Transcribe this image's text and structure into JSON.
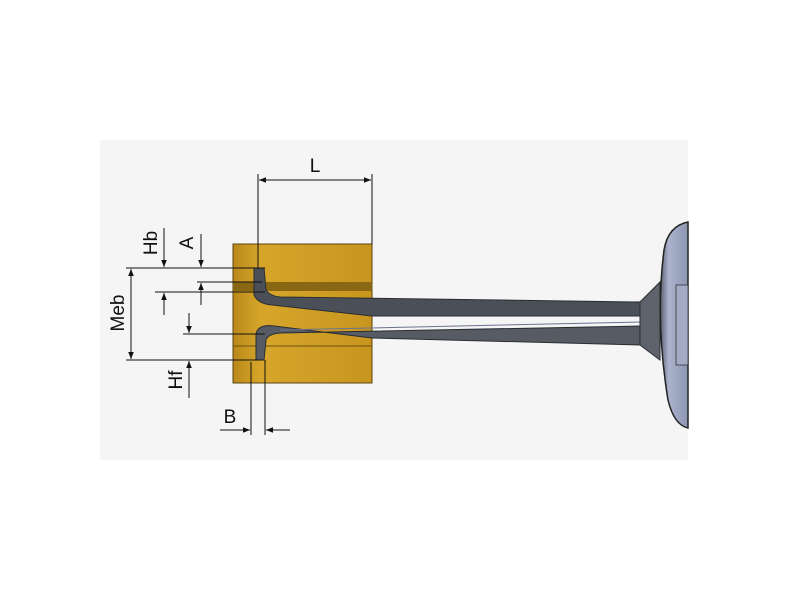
{
  "diagram": {
    "labels": {
      "L": "L",
      "Hb": "Hb",
      "A": "A",
      "Meb": "Meb",
      "Hf": "Hf",
      "B": "B"
    },
    "colors": {
      "workpiece": "#c8961e",
      "tool": "#4b5058",
      "handle": "#9aa3bd",
      "background": "#f5f5f5"
    }
  }
}
